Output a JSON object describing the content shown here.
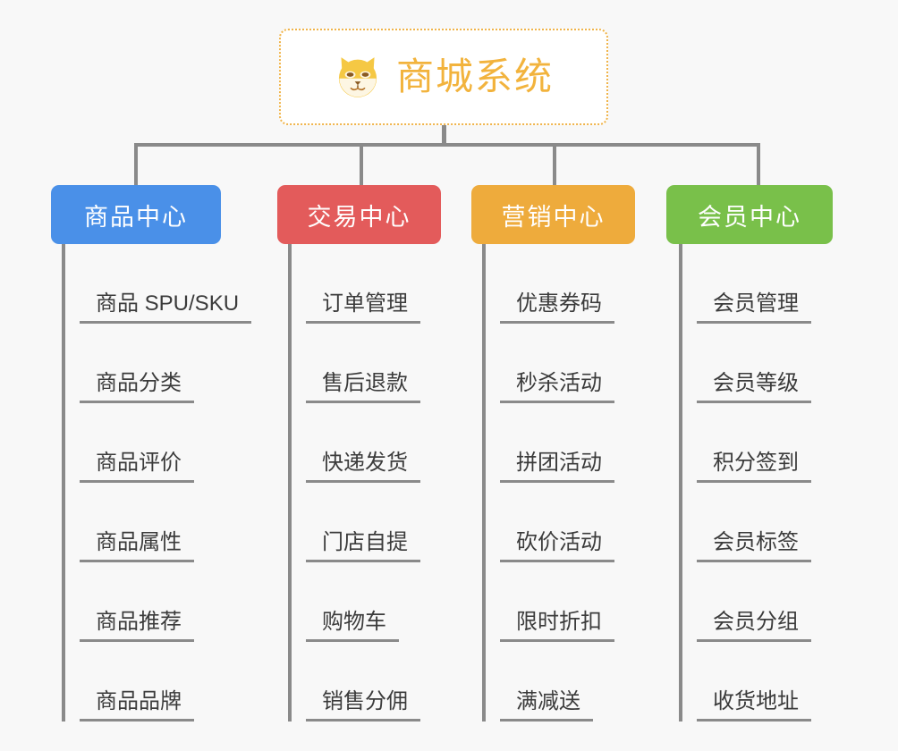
{
  "diagram": {
    "background_color": "#f8f8f8",
    "root": {
      "title": "商城系统",
      "icon": "shiba-dog-face-icon",
      "text_color": "#f2b33d",
      "border_color": "#f0b44a"
    },
    "connector_color": "#8a8a8a",
    "columns": [
      {
        "id": "product-center",
        "title": "商品中心",
        "color": "#4a90e8",
        "items": [
          "商品 SPU/SKU",
          "商品分类",
          "商品评价",
          "商品属性",
          "商品推荐",
          "商品品牌"
        ]
      },
      {
        "id": "trade-center",
        "title": "交易中心",
        "color": "#e35b5b",
        "items": [
          "订单管理",
          "售后退款",
          "快递发货",
          "门店自提",
          "购物车",
          "销售分佣"
        ]
      },
      {
        "id": "marketing-center",
        "title": "营销中心",
        "color": "#eeab3c",
        "items": [
          "优惠券码",
          "秒杀活动",
          "拼团活动",
          "砍价活动",
          "限时折扣",
          "满减送"
        ]
      },
      {
        "id": "member-center",
        "title": "会员中心",
        "color": "#79c04a",
        "items": [
          "会员管理",
          "会员等级",
          "积分签到",
          "会员标签",
          "会员分组",
          "收货地址"
        ]
      }
    ]
  }
}
